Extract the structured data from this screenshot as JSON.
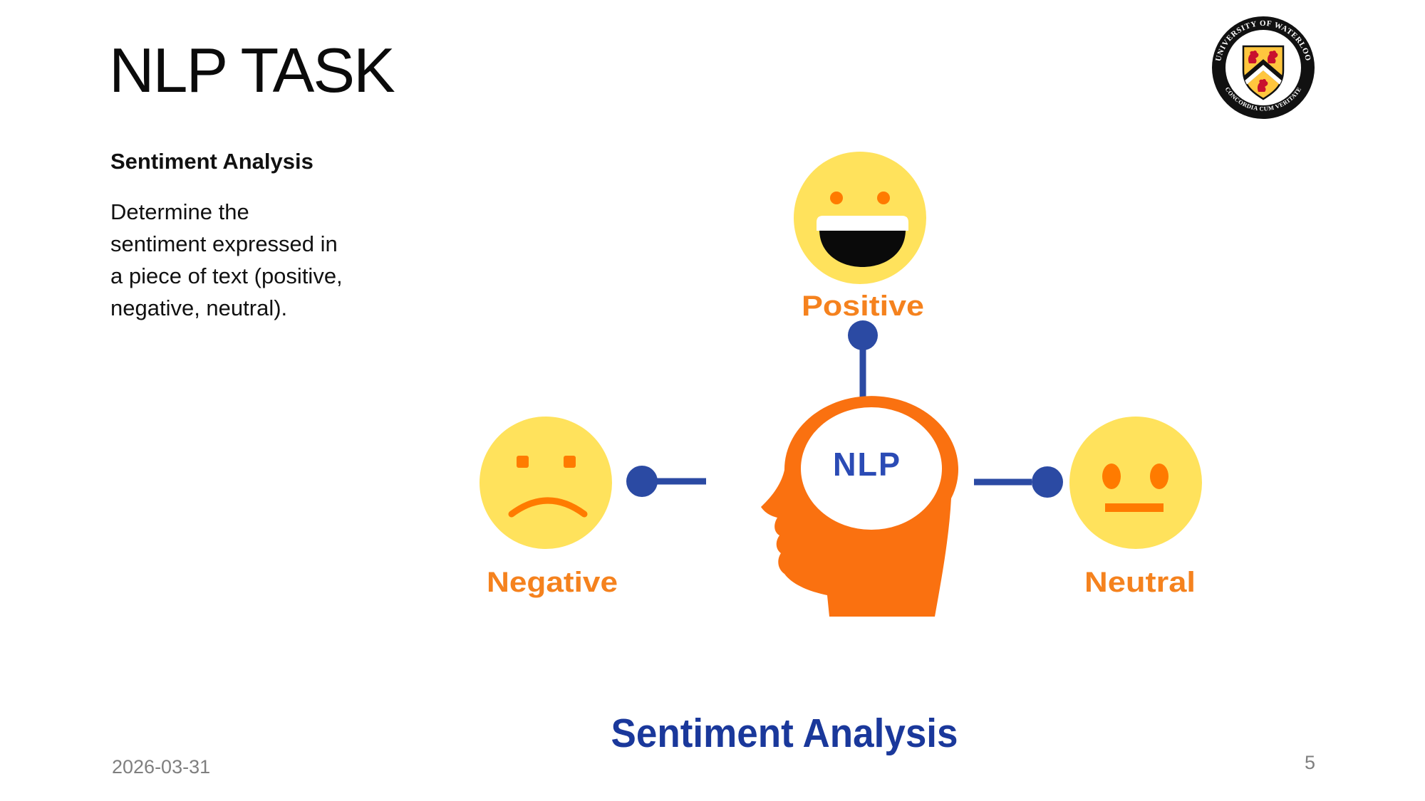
{
  "slide": {
    "title": "NLP TASK",
    "heading": "Sentiment Analysis",
    "body": "Determine the\nsentiment expressed in\na piece of text (positive,\nnegative, neutral).",
    "date": "2026-03-31",
    "page_number": "5"
  },
  "diagram": {
    "caption": "Sentiment Analysis",
    "center_label": "NLP",
    "nodes": [
      {
        "label": "Positive",
        "sentiment": "positive",
        "face": "grinning"
      },
      {
        "label": "Negative",
        "sentiment": "negative",
        "face": "frowning"
      },
      {
        "label": "Neutral",
        "sentiment": "neutral",
        "face": "straight-mouth"
      }
    ],
    "colors": {
      "face_yellow": "#FFE25C",
      "feature_orange": "#FF7B00",
      "label_orange": "#F5821E",
      "head_orange": "#FA7110",
      "connector_blue": "#2B4AA3",
      "nlp_blue": "#2B4BB5",
      "caption_blue": "#1A389B",
      "logo_gold": "#FFC63E",
      "logo_red": "#C8102E",
      "footer_gray": "#7F7F7F"
    }
  },
  "logo": {
    "top_text": "UNIVERSITY OF WATERLOO",
    "bottom_text": "CONCORDIA CUM VERITATE"
  }
}
